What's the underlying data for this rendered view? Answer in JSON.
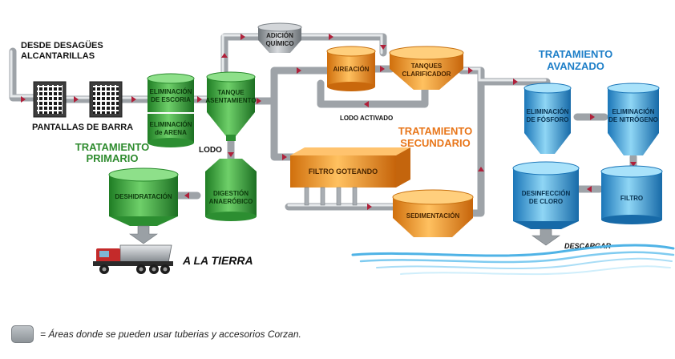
{
  "diagram": {
    "labels": {
      "source": [
        "DESDE DESAGÜES",
        "ALCANTARILLAS"
      ],
      "bar_screens": "PANTALLAS DE BARRA",
      "scum_removal": [
        "ELIMINACIÓN",
        "DE ESCORIA"
      ],
      "sand_removal": [
        "ELIMINACIÓN",
        "de ARENA"
      ],
      "primary_title": [
        "TRATAMIENTO",
        "PRIMARIO"
      ],
      "settling_tank": [
        "TANQUE",
        "ASENTAMIENTO"
      ],
      "sludge": "LODO",
      "chemical": [
        "ADICIÓN",
        "QUÍMICO"
      ],
      "aeration": "AIREACIÓN",
      "clarifier": [
        "TANQUES",
        "CLARIFICADOR"
      ],
      "activated_sludge": "LODO ACTIVADO",
      "secondary_title": [
        "TRATAMIENTO",
        "SECUNDARIO"
      ],
      "trickling_filter": "FILTRO GOTEANDO",
      "sedimentation": "SEDIMENTACIÓN",
      "dewatering": "DESHIDRATACIÓN",
      "digestion": [
        "DIGESTIÓN",
        "ANAERÓBICO"
      ],
      "to_land": "A LA TIERRA",
      "advanced_title": [
        "TRATAMIENTO",
        "AVANZADO"
      ],
      "phosphorus": [
        "ELIMINACIÓN",
        "DE FÓSFORO"
      ],
      "nitrogen": [
        "ELIMINACIÓN",
        "DE NITRÓGENO"
      ],
      "chlorine": [
        "DESINFECCIÓN",
        "DE CLORO"
      ],
      "filter": "FILTRO",
      "discharge": "DESCARGAR"
    },
    "colors": {
      "pipe": "#a9aeb3",
      "green": "#3fae3f",
      "orange": "#f39a1e",
      "blue": "#3aa6df",
      "gray_unit": "#9aa0a5",
      "arrow": "#b0203a",
      "green_title": "#2e8b2e",
      "orange_title": "#e8761a",
      "blue_title": "#1e7fc8"
    }
  },
  "legend": {
    "text": "= Áreas donde se pueden usar tuberias y accesorios Corzan."
  }
}
